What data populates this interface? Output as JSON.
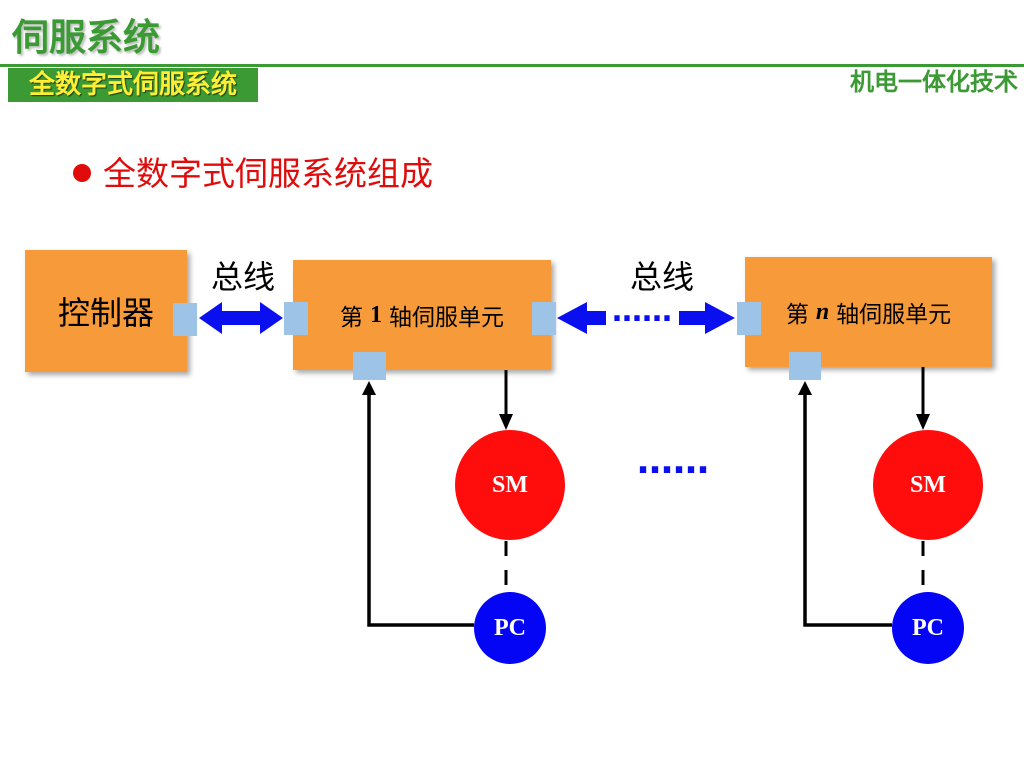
{
  "header": {
    "title": "伺服系统",
    "section": "全数字式伺服系统",
    "course": "机电一体化技术"
  },
  "bullet": {
    "text": "全数字式伺服系统组成"
  },
  "diagram": {
    "controller": {
      "label": "控制器"
    },
    "bus_labels": [
      "总线",
      "总线"
    ],
    "unit_1": {
      "prefix": "第",
      "index": "1",
      "suffix": "轴伺服单元"
    },
    "unit_n": {
      "prefix": "第",
      "index": "n",
      "suffix": "轴伺服单元"
    },
    "bus_ellipsis": "……",
    "units_ellipsis": "……",
    "motor_1": "SM",
    "encoder_1": "PC",
    "motor_n": "SM",
    "encoder_n": "PC"
  },
  "colors": {
    "accent_green": "#3b9a34",
    "section_text": "#ffee33",
    "bullet_red": "#e00b0b",
    "unit_orange": "#f79a3a",
    "port_blue": "#9dc3e6",
    "bus_blue": "#0a0ff0",
    "motor_red": "#ff0d0d",
    "encoder_blue": "#0505f5"
  }
}
